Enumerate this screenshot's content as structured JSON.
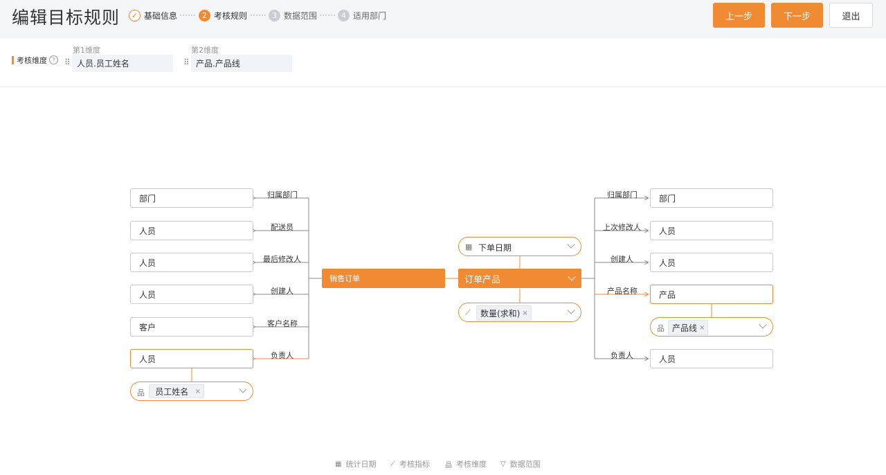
{
  "header": {
    "title": "编辑目标规则",
    "steps": [
      {
        "num": "✓",
        "label": "基础信息"
      },
      {
        "num": "2",
        "label": "考核规则"
      },
      {
        "num": "3",
        "label": "数据范围"
      },
      {
        "num": "4",
        "label": "适用部门"
      }
    ],
    "prev_label": "上一步",
    "next_label": "下一步",
    "exit_label": "退出"
  },
  "dimensions": {
    "label": "考核维度",
    "help_icon": "?",
    "dim1_caption": "第1维度",
    "dim1_value": "人员.员工姓名",
    "dim2_caption": "第2维度",
    "dim2_value": "产品.产品线"
  },
  "diagram": {
    "left_center": "销售订单",
    "right_center": "订单产品",
    "date_field": "下单日期",
    "metric_tag": "数量(求和)",
    "left_links": [
      {
        "label": "归属部门",
        "target": "部门"
      },
      {
        "label": "配送员",
        "target": "人员"
      },
      {
        "label": "最后修改人",
        "target": "人员"
      },
      {
        "label": "创建人",
        "target": "人员"
      },
      {
        "label": "客户名称",
        "target": "客户"
      },
      {
        "label": "负责人",
        "target": "人员"
      }
    ],
    "left_dim_tag": "员工姓名",
    "right_links": [
      {
        "label": "归属部门",
        "target": "部门"
      },
      {
        "label": "上次修改人",
        "target": "人员"
      },
      {
        "label": "创建人",
        "target": "人员"
      },
      {
        "label": "产品名称",
        "target": "产品"
      },
      {
        "label": "负责人",
        "target": "人员"
      }
    ],
    "right_dim_tag": "产品线",
    "tag_close": "×"
  },
  "legend": {
    "items": [
      "统计日期",
      "考核指标",
      "考核维度",
      "数据范围"
    ]
  },
  "colors": {
    "accent": "#f08a33"
  }
}
